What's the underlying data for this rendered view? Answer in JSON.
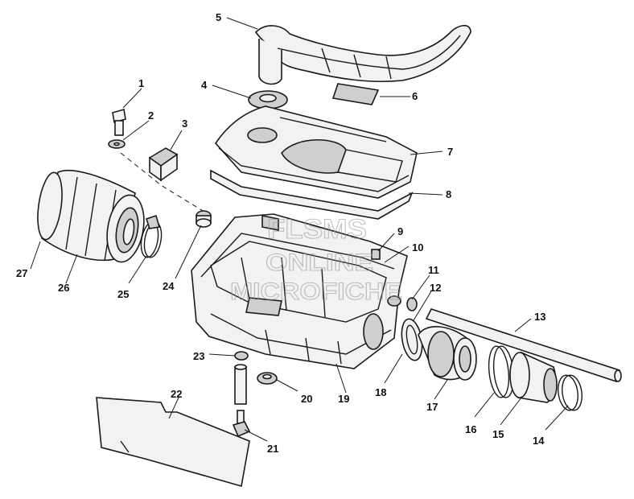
{
  "watermark": {
    "line1": "FLSMS",
    "line2": "ONLINE",
    "line3": "MICROFICHE"
  },
  "callouts": [
    "1",
    "2",
    "3",
    "4",
    "5",
    "6",
    "7",
    "8",
    "9",
    "10",
    "11",
    "12",
    "13",
    "14",
    "15",
    "16",
    "17",
    "18",
    "19",
    "20",
    "21",
    "22",
    "23",
    "24",
    "25",
    "26",
    "27"
  ]
}
